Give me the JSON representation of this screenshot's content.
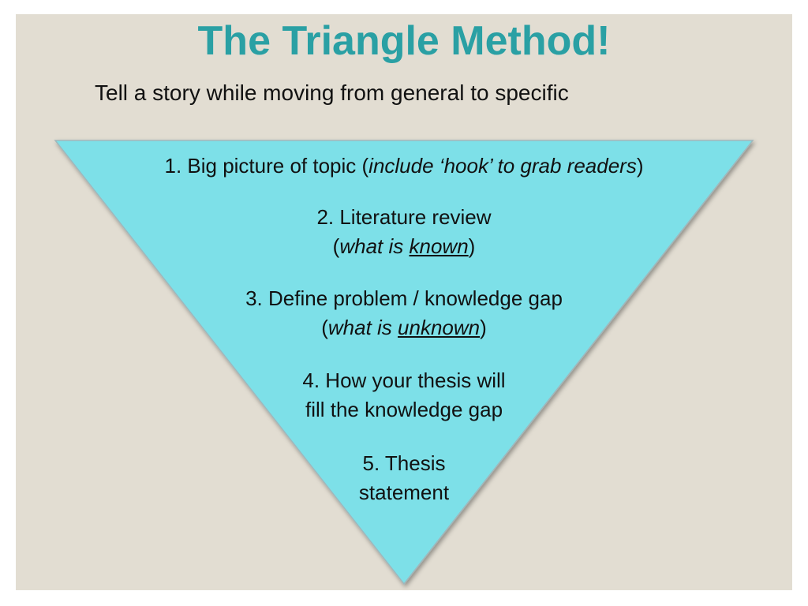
{
  "title": "The Triangle Method!",
  "subtitle": "Tell a story while moving from general to specific",
  "colors": {
    "title": "#2aa0a4",
    "triangle_fill": "#7de0e8",
    "background": "#e2ddd2"
  },
  "steps": [
    {
      "prefix": "1. Big picture of topic (",
      "italic": "include ‘hook’ to grab readers",
      "suffix": ")"
    },
    {
      "line1": "2. Literature review",
      "open": "(",
      "italic": "what is ",
      "underlined": "known",
      "close": ")"
    },
    {
      "line1": "3. Define problem / knowledge gap",
      "open": "(",
      "italic": "what is ",
      "underlined": "unknown",
      "close": ")"
    },
    {
      "line1": "4. How your thesis will",
      "line2": "fill the knowledge gap"
    },
    {
      "line1": "5. Thesis",
      "line2": "statement"
    }
  ]
}
